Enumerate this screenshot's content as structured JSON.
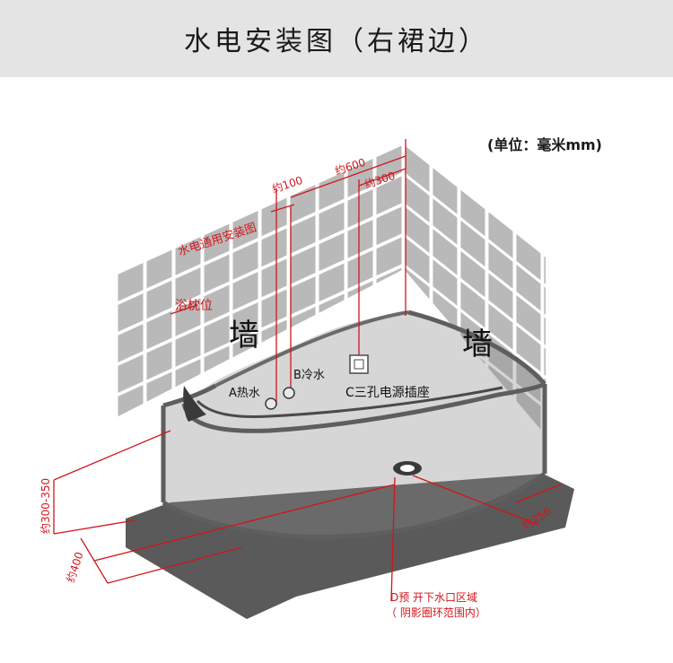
{
  "title": "水电安装图（右裙边）",
  "unit_note": "(单位：毫米mm)",
  "labels": {
    "general_diagram": "水电通用安装图",
    "pillow": "浴枕位",
    "wall_left": "墙",
    "wall_right": "墙",
    "hot_water": "A热水",
    "cold_water": "B冷水",
    "socket": "C三孔电源插座",
    "drain_line1": "D预 开下水口区域",
    "drain_line2": "（ 阴影圈环范围内）"
  },
  "dimensions": {
    "d100": "约100",
    "d600": "约600",
    "d300": "约300",
    "d250": "约250",
    "height": "约300-350",
    "d400": "约400"
  },
  "colors": {
    "accent": "#d3151b",
    "tile": "#b9b9b9",
    "floor": "#5a5a5a",
    "tub": "#777777",
    "title_bg": "#e4e4e4"
  }
}
